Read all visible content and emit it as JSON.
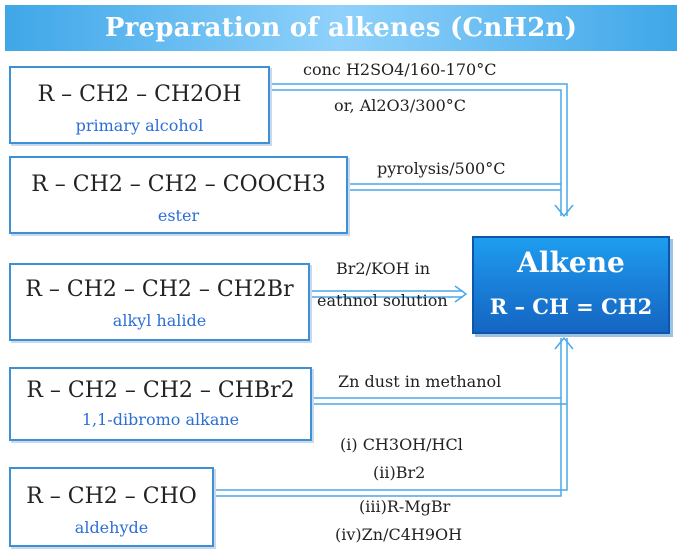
{
  "title": "Preparation of alkenes (CnH2n)",
  "product": {
    "name": "Alkene",
    "formula": "R – CH = CH2"
  },
  "sources": [
    {
      "formula": "R – CH2 – CH2OH",
      "name": "primary alcohol",
      "reagents": [
        "conc H2SO4/160-170°C",
        "or, Al2O3/300°C"
      ]
    },
    {
      "formula": "R – CH2 – CH2 – COOCH3",
      "name": "ester",
      "reagents": [
        "pyrolysis/500°C"
      ]
    },
    {
      "formula": "R – CH2 – CH2 – CH2Br",
      "name": "alkyl halide",
      "reagents": [
        "Br2/KOH in",
        "eathnol solution"
      ]
    },
    {
      "formula": "R – CH2 – CH2 – CHBr2",
      "name": "1,1-dibromo alkane",
      "reagents": [
        "Zn dust in methanol"
      ]
    },
    {
      "formula": "R – CH2 – CHO",
      "name": "aldehyde",
      "reagents": [
        "(i) CH3OH/HCl",
        "(ii)Br2",
        "(iii)R-MgBr",
        "(iv)Zn/C4H9OH"
      ]
    }
  ],
  "colors": {
    "title_bar": "#3fa7e8",
    "box_border": "#3d8fd6",
    "caption_text": "#2b6fd6",
    "product_fill": "#1a7fd8",
    "connector": "#4aa8ea"
  }
}
